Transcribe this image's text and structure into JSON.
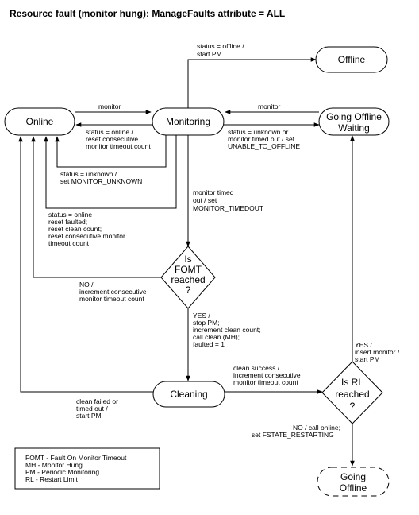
{
  "title": "Resource fault (monitor hung): ManageFaults attribute = ALL",
  "nodes": {
    "online": "Online",
    "monitoring": "Monitoring",
    "offline": "Offline",
    "going_offline_waiting": [
      "Going Offline",
      "Waiting"
    ],
    "fomt_decision": [
      "Is",
      "FOMT",
      "reached",
      "?"
    ],
    "cleaning": "Cleaning",
    "rl_decision": [
      "Is RL",
      "reached",
      "?"
    ],
    "going_offline": [
      "Going",
      "Offline"
    ]
  },
  "edges": {
    "to_offline": [
      "status = offline /",
      "start PM"
    ],
    "online_to_monitoring": [
      "monitor"
    ],
    "gow_to_monitoring": [
      "monitor"
    ],
    "monitoring_to_online_status": [
      "status = online /",
      "reset consecutive",
      "monitor timeout count"
    ],
    "monitoring_to_gow": [
      "status = unknown or",
      "monitor timed out / set",
      "UNABLE_TO_OFFLINE"
    ],
    "status_unknown": [
      "status = unknown /",
      "set MONITOR_UNKNOWN"
    ],
    "monitor_timed_out": [
      "monitor timed",
      "out / set",
      "MONITOR_TIMEDOUT"
    ],
    "status_online_reset": [
      "status = online",
      "reset faulted;",
      "reset clean count;",
      "reset consecutive monitor",
      "timeout count"
    ],
    "fomt_no": [
      "NO /",
      "increment consecutive",
      "monitor timeout count"
    ],
    "fomt_yes": [
      "YES /",
      "stop PM;",
      "increment clean count;",
      "call clean (MH);",
      "faulted = 1"
    ],
    "clean_failed": [
      "clean failed or",
      "timed out /",
      "start PM"
    ],
    "clean_success": [
      "clean success /",
      "increment consecutive",
      "monitor timeout count"
    ],
    "rl_yes": [
      "YES /",
      "insert monitor /",
      "start PM"
    ],
    "rl_no": [
      "NO / call online;",
      "set FSTATE_RESTARTING"
    ]
  },
  "legend": [
    "FOMT - Fault On Monitor Timeout",
    "MH - Monitor Hung",
    "PM - Periodic Monitoring",
    "RL - Restart Limit"
  ]
}
